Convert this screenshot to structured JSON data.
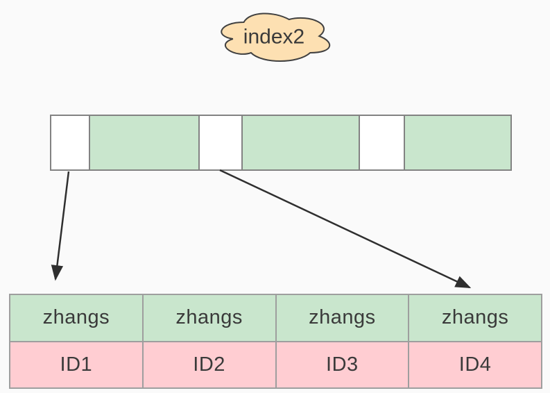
{
  "colors": {
    "background": "#fafafa",
    "cloud_fill": "#fde0b2",
    "cloud_stroke": "#404040",
    "green": "#c9e6cd",
    "pink": "#ffcdd2",
    "white": "#ffffff",
    "border": "#9e9e9e",
    "bar_border": "#828282",
    "arrow": "#2f2f2f",
    "text": "#3a3a3a"
  },
  "cloud": {
    "label": "index2"
  },
  "index_bar": {
    "segments": [
      {
        "state": "empty",
        "width": 55
      },
      {
        "state": "filled",
        "width": 160
      },
      {
        "state": "empty",
        "width": 61
      },
      {
        "state": "filled",
        "width": 170
      },
      {
        "state": "empty",
        "width": 65
      },
      {
        "state": "filled",
        "width": 155
      }
    ]
  },
  "table": {
    "rows": [
      {
        "cells": [
          "zhangs",
          "zhangs",
          "zhangs",
          "zhangs"
        ]
      },
      {
        "cells": [
          "ID1",
          "ID2",
          "ID3",
          "ID4"
        ]
      }
    ]
  }
}
